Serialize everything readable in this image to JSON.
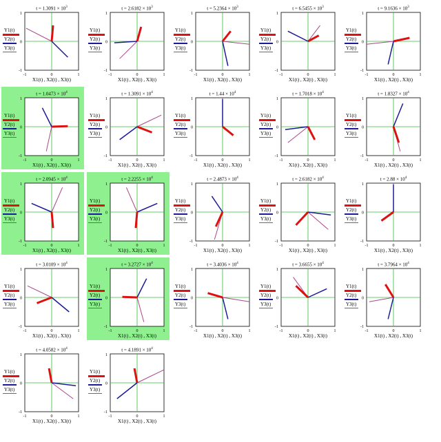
{
  "legend": [
    {
      "label": "Y1(t)",
      "color": "#dd1111",
      "width": 3
    },
    {
      "label": "Y2(t)",
      "color": "#1a1a99",
      "width": 1.5
    },
    {
      "label": "Y3(t)",
      "color": "#aa4488",
      "width": 1
    }
  ],
  "axis_color": "#33bb33",
  "highlight_color": "#8ff08f",
  "xlabel": "X1(t) , X2(t) , X3(t)",
  "ticks": {
    "x": [
      "-1",
      "0",
      "1"
    ],
    "y": [
      "1",
      "0",
      "-1"
    ]
  },
  "chart_data": [
    {
      "type": "line",
      "title_prefix": "t = ",
      "title_mantissa": "1.3091",
      "title_base": " × 10",
      "title_exp": "3",
      "highlight": false,
      "xlim": [
        -1,
        1
      ],
      "ylim": [
        -1,
        1
      ],
      "series": [
        {
          "x": [
            0,
            0.05
          ],
          "y": [
            0,
            0.55
          ]
        },
        {
          "x": [
            0,
            0.6
          ],
          "y": [
            0,
            -0.55
          ]
        },
        {
          "x": [
            0,
            -0.95
          ],
          "y": [
            0,
            0.45
          ]
        }
      ]
    },
    {
      "type": "line",
      "title_prefix": "t = ",
      "title_mantissa": "2.6182",
      "title_base": " × 10",
      "title_exp": "3",
      "highlight": false,
      "xlim": [
        -1,
        1
      ],
      "ylim": [
        -1,
        1
      ],
      "series": [
        {
          "x": [
            0,
            0.15
          ],
          "y": [
            0,
            0.5
          ]
        },
        {
          "x": [
            0,
            -0.85
          ],
          "y": [
            0,
            -0.05
          ]
        },
        {
          "x": [
            0,
            -0.65
          ],
          "y": [
            0,
            -0.6
          ]
        }
      ]
    },
    {
      "type": "line",
      "title_prefix": "t = ",
      "title_mantissa": "5.2364",
      "title_base": " × 10",
      "title_exp": "3",
      "highlight": false,
      "xlim": [
        -1,
        1
      ],
      "ylim": [
        -1,
        1
      ],
      "series": [
        {
          "x": [
            0,
            0.3
          ],
          "y": [
            0,
            0.35
          ]
        },
        {
          "x": [
            0,
            0.2
          ],
          "y": [
            0,
            -0.85
          ]
        },
        {
          "x": [
            0,
            1.0
          ],
          "y": [
            0,
            -0.1
          ]
        }
      ]
    },
    {
      "type": "line",
      "title_prefix": "t = ",
      "title_mantissa": "6.5455",
      "title_base": " × 10",
      "title_exp": "3",
      "highlight": false,
      "xlim": [
        -1,
        1
      ],
      "ylim": [
        -1,
        1
      ],
      "series": [
        {
          "x": [
            0,
            0.4
          ],
          "y": [
            0,
            0.2
          ]
        },
        {
          "x": [
            0,
            -0.75
          ],
          "y": [
            0,
            0.35
          ]
        },
        {
          "x": [
            0,
            0.45
          ],
          "y": [
            0,
            0.55
          ]
        }
      ]
    },
    {
      "type": "line",
      "title_prefix": "t = ",
      "title_mantissa": "9.1636",
      "title_base": " × 10",
      "title_exp": "3",
      "highlight": false,
      "xlim": [
        -1,
        1
      ],
      "ylim": [
        -1,
        1
      ],
      "series": [
        {
          "x": [
            0,
            0.6
          ],
          "y": [
            0,
            0.12
          ]
        },
        {
          "x": [
            0,
            -0.2
          ],
          "y": [
            0,
            -0.8
          ]
        },
        {
          "x": [
            0,
            -1.0
          ],
          "y": [
            0,
            -0.1
          ]
        }
      ]
    },
    {
      "type": "line",
      "title_prefix": "t = ",
      "title_mantissa": "1.0473",
      "title_base": " × 10",
      "title_exp": "4",
      "highlight": true,
      "xlim": [
        -1,
        1
      ],
      "ylim": [
        -1,
        1
      ],
      "series": [
        {
          "x": [
            0,
            0.6
          ],
          "y": [
            0,
            0.02
          ]
        },
        {
          "x": [
            0,
            -0.35
          ],
          "y": [
            0,
            0.65
          ]
        },
        {
          "x": [
            0,
            -0.2
          ],
          "y": [
            0,
            -0.85
          ]
        }
      ]
    },
    {
      "type": "line",
      "title_prefix": "t = ",
      "title_mantissa": "1.3091",
      "title_base": " × 10",
      "title_exp": "4",
      "highlight": false,
      "xlim": [
        -1,
        1
      ],
      "ylim": [
        -1,
        1
      ],
      "series": [
        {
          "x": [
            0,
            0.55
          ],
          "y": [
            0,
            -0.2
          ]
        },
        {
          "x": [
            0,
            -0.65
          ],
          "y": [
            0,
            -0.45
          ]
        },
        {
          "x": [
            0,
            0.9
          ],
          "y": [
            0,
            0.4
          ]
        }
      ]
    },
    {
      "type": "line",
      "title_prefix": "t = ",
      "title_mantissa": "1.44",
      "title_base": " × 10",
      "title_exp": "4",
      "highlight": false,
      "xlim": [
        -1,
        1
      ],
      "ylim": [
        -1,
        1
      ],
      "series": [
        {
          "x": [
            0,
            0.4
          ],
          "y": [
            0,
            -0.3
          ]
        },
        {
          "x": [
            0,
            0.0
          ],
          "y": [
            0,
            0.95
          ]
        },
        {
          "x": [
            0,
            0.0
          ],
          "y": [
            0,
            1.0
          ]
        }
      ]
    },
    {
      "type": "line",
      "title_prefix": "t = ",
      "title_mantissa": "1.7018",
      "title_base": " × 10",
      "title_exp": "4",
      "highlight": false,
      "xlim": [
        -1,
        1
      ],
      "ylim": [
        -1,
        1
      ],
      "series": [
        {
          "x": [
            0,
            0.25
          ],
          "y": [
            0,
            -0.45
          ]
        },
        {
          "x": [
            0,
            -0.85
          ],
          "y": [
            0,
            -0.1
          ]
        },
        {
          "x": [
            0,
            -0.75
          ],
          "y": [
            0,
            -0.55
          ]
        }
      ]
    },
    {
      "type": "line",
      "title_prefix": "t = ",
      "title_mantissa": "1.8327",
      "title_base": " × 10",
      "title_exp": "4",
      "highlight": false,
      "xlim": [
        -1,
        1
      ],
      "ylim": [
        -1,
        1
      ],
      "series": [
        {
          "x": [
            0,
            0.2
          ],
          "y": [
            0,
            -0.55
          ]
        },
        {
          "x": [
            0,
            0.35
          ],
          "y": [
            0,
            0.8
          ]
        },
        {
          "x": [
            0,
            0.25
          ],
          "y": [
            0,
            -0.85
          ]
        }
      ]
    },
    {
      "type": "line",
      "title_prefix": "t = ",
      "title_mantissa": "2.0945",
      "title_base": " × 10",
      "title_exp": "4",
      "highlight": true,
      "xlim": [
        -1,
        1
      ],
      "ylim": [
        -1,
        1
      ],
      "series": [
        {
          "x": [
            0,
            0.05
          ],
          "y": [
            0,
            -0.55
          ]
        },
        {
          "x": [
            0,
            -0.75
          ],
          "y": [
            0,
            0.3
          ]
        },
        {
          "x": [
            0,
            0.4
          ],
          "y": [
            0,
            0.85
          ]
        }
      ]
    },
    {
      "type": "line",
      "title_prefix": "t = ",
      "title_mantissa": "2.2255",
      "title_base": " × 10",
      "title_exp": "4",
      "highlight": true,
      "xlim": [
        -1,
        1
      ],
      "ylim": [
        -1,
        1
      ],
      "series": [
        {
          "x": [
            0,
            -0.05
          ],
          "y": [
            0,
            -0.55
          ]
        },
        {
          "x": [
            0,
            0.75
          ],
          "y": [
            0,
            0.3
          ]
        },
        {
          "x": [
            0,
            -0.4
          ],
          "y": [
            0,
            0.85
          ]
        }
      ]
    },
    {
      "type": "line",
      "title_prefix": "t = ",
      "title_mantissa": "2.4873",
      "title_base": " × 10",
      "title_exp": "4",
      "highlight": false,
      "xlim": [
        -1,
        1
      ],
      "ylim": [
        -1,
        1
      ],
      "series": [
        {
          "x": [
            0,
            -0.25
          ],
          "y": [
            0,
            -0.5
          ]
        },
        {
          "x": [
            0,
            -0.4
          ],
          "y": [
            0,
            0.55
          ]
        },
        {
          "x": [
            0,
            -0.3
          ],
          "y": [
            0,
            -0.95
          ]
        }
      ]
    },
    {
      "type": "line",
      "title_prefix": "t = ",
      "title_mantissa": "2.6182",
      "title_base": " × 10",
      "title_exp": "4",
      "highlight": false,
      "xlim": [
        -1,
        1
      ],
      "ylim": [
        -1,
        1
      ],
      "series": [
        {
          "x": [
            0,
            -0.45
          ],
          "y": [
            0,
            -0.45
          ]
        },
        {
          "x": [
            0,
            0.85
          ],
          "y": [
            0,
            -0.1
          ]
        },
        {
          "x": [
            0,
            0.75
          ],
          "y": [
            0,
            -0.6
          ]
        }
      ]
    },
    {
      "type": "line",
      "title_prefix": "t = ",
      "title_mantissa": "2.88",
      "title_base": " × 10",
      "title_exp": "4",
      "highlight": false,
      "xlim": [
        -1,
        1
      ],
      "ylim": [
        -1,
        1
      ],
      "series": [
        {
          "x": [
            0,
            -0.45
          ],
          "y": [
            0,
            -0.3
          ]
        },
        {
          "x": [
            0,
            0.0
          ],
          "y": [
            0,
            0.95
          ]
        },
        {
          "x": [
            0,
            0.0
          ],
          "y": [
            0,
            1.0
          ]
        }
      ]
    },
    {
      "type": "line",
      "title_prefix": "t = ",
      "title_mantissa": "3.0109",
      "title_base": " × 10",
      "title_exp": "4",
      "highlight": false,
      "xlim": [
        -1,
        1
      ],
      "ylim": [
        -1,
        1
      ],
      "series": [
        {
          "x": [
            0,
            -0.55
          ],
          "y": [
            0,
            -0.2
          ]
        },
        {
          "x": [
            0,
            0.65
          ],
          "y": [
            0,
            -0.5
          ]
        },
        {
          "x": [
            0,
            -0.9
          ],
          "y": [
            0,
            0.4
          ]
        }
      ]
    },
    {
      "type": "line",
      "title_prefix": "t = ",
      "title_mantissa": "3.2727",
      "title_base": " × 10",
      "title_exp": "4",
      "highlight": true,
      "xlim": [
        -1,
        1
      ],
      "ylim": [
        -1,
        1
      ],
      "series": [
        {
          "x": [
            0,
            -0.55
          ],
          "y": [
            0,
            0.02
          ]
        },
        {
          "x": [
            0,
            0.35
          ],
          "y": [
            0,
            0.65
          ]
        },
        {
          "x": [
            0,
            0.25
          ],
          "y": [
            0,
            -0.85
          ]
        }
      ]
    },
    {
      "type": "line",
      "title_prefix": "t = ",
      "title_mantissa": "3.4036",
      "title_base": " × 10",
      "title_exp": "4",
      "highlight": false,
      "xlim": [
        -1,
        1
      ],
      "ylim": [
        -1,
        1
      ],
      "series": [
        {
          "x": [
            0,
            -0.55
          ],
          "y": [
            0,
            0.15
          ]
        },
        {
          "x": [
            0,
            0.2
          ],
          "y": [
            0,
            -0.75
          ]
        },
        {
          "x": [
            0,
            1.0
          ],
          "y": [
            0,
            -0.15
          ]
        }
      ]
    },
    {
      "type": "line",
      "title_prefix": "t = ",
      "title_mantissa": "3.6655",
      "title_base": " × 10",
      "title_exp": "4",
      "highlight": false,
      "xlim": [
        -1,
        1
      ],
      "ylim": [
        -1,
        1
      ],
      "series": [
        {
          "x": [
            0,
            -0.45
          ],
          "y": [
            0,
            0.4
          ]
        },
        {
          "x": [
            0,
            0.7
          ],
          "y": [
            0,
            0.3
          ]
        },
        {
          "x": [
            0,
            -0.55
          ],
          "y": [
            0,
            0.7
          ]
        }
      ]
    },
    {
      "type": "line",
      "title_prefix": "t = ",
      "title_mantissa": "3.7964",
      "title_base": " × 10",
      "title_exp": "4",
      "highlight": false,
      "xlim": [
        -1,
        1
      ],
      "ylim": [
        -1,
        1
      ],
      "series": [
        {
          "x": [
            0,
            -0.3
          ],
          "y": [
            0,
            0.45
          ]
        },
        {
          "x": [
            0,
            -0.2
          ],
          "y": [
            0,
            -0.75
          ]
        },
        {
          "x": [
            0,
            -0.9
          ],
          "y": [
            0,
            -0.15
          ]
        }
      ]
    },
    {
      "type": "line",
      "title_prefix": "t = ",
      "title_mantissa": "4.0582",
      "title_base": " × 10",
      "title_exp": "4",
      "highlight": false,
      "xlim": [
        -1,
        1
      ],
      "ylim": [
        -1,
        1
      ],
      "series": [
        {
          "x": [
            0,
            -0.1
          ],
          "y": [
            0,
            0.5
          ]
        },
        {
          "x": [
            0,
            0.9
          ],
          "y": [
            0,
            -0.1
          ]
        },
        {
          "x": [
            0,
            0.8
          ],
          "y": [
            0,
            -0.55
          ]
        }
      ]
    },
    {
      "type": "line",
      "title_prefix": "t = ",
      "title_mantissa": "4.1891",
      "title_base": " × 10",
      "title_exp": "4",
      "highlight": false,
      "xlim": [
        -1,
        1
      ],
      "ylim": [
        -1,
        1
      ],
      "series": [
        {
          "x": [
            0,
            -0.1
          ],
          "y": [
            0,
            0.5
          ]
        },
        {
          "x": [
            0,
            -0.75
          ],
          "y": [
            0,
            -0.55
          ]
        },
        {
          "x": [
            0,
            1.0
          ],
          "y": [
            0,
            0.45
          ]
        }
      ]
    }
  ]
}
